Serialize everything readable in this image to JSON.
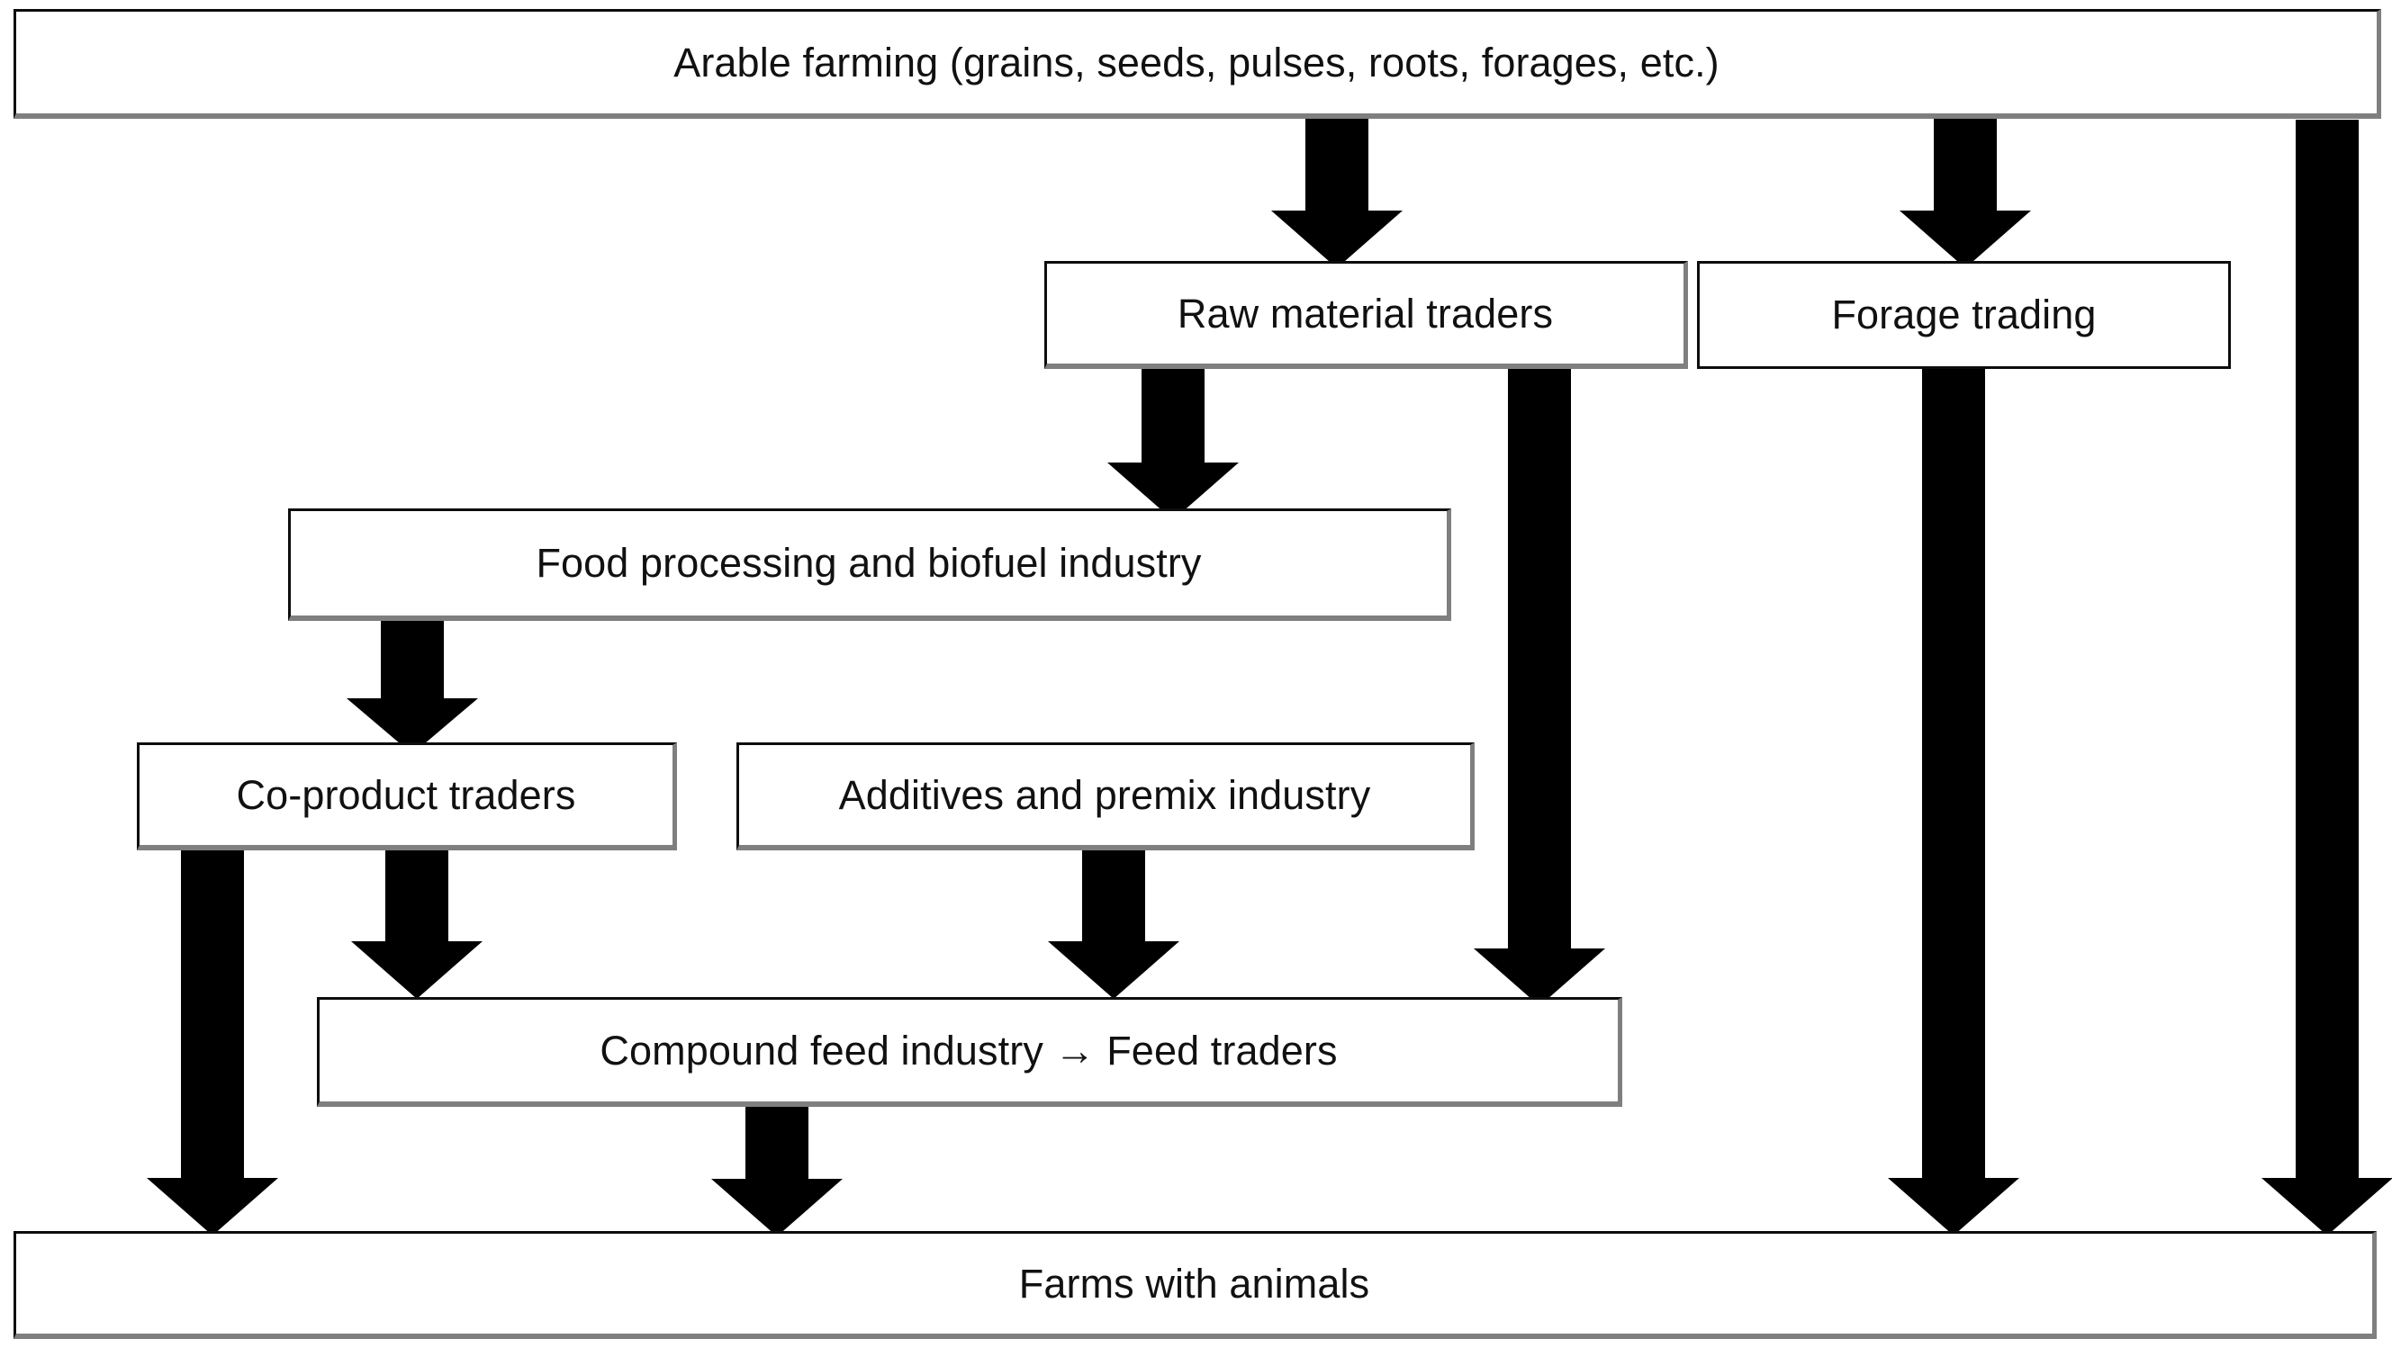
{
  "diagram": {
    "type": "flowchart",
    "orientation": "top-to-bottom",
    "title_text": "",
    "colors": {
      "node_fill": "#ffffff",
      "node_border_dark": "#0d0d0d",
      "node_border_shadow": "#7f7f7f",
      "arrow_fill": "#000000",
      "text": "#111111",
      "background": "#ffffff"
    },
    "nodes": [
      {
        "id": "arable-farming",
        "label": "Arable farming (grains, seeds, pulses, roots, forages, etc.)"
      },
      {
        "id": "raw-material-traders",
        "label": "Raw material traders"
      },
      {
        "id": "forage-trading",
        "label": "Forage trading"
      },
      {
        "id": "food-processing",
        "label": "Food processing and biofuel industry"
      },
      {
        "id": "co-product-traders",
        "label": "Co-product traders"
      },
      {
        "id": "additives-premix",
        "label": "Additives and premix industry"
      },
      {
        "id": "compound-feed",
        "label": "Compound feed industry → Feed traders"
      },
      {
        "id": "farms-with-animals",
        "label": "Farms with animals"
      }
    ],
    "edges": [
      {
        "id": "e1",
        "from": "arable-farming",
        "to": "raw-material-traders",
        "style": "block-arrow-down"
      },
      {
        "id": "e2",
        "from": "arable-farming",
        "to": "forage-trading",
        "style": "block-arrow-down"
      },
      {
        "id": "e3",
        "from": "arable-farming",
        "to": "farms-with-animals",
        "style": "block-arrow-down-long"
      },
      {
        "id": "e4",
        "from": "raw-material-traders",
        "to": "food-processing",
        "style": "block-arrow-down"
      },
      {
        "id": "e5",
        "from": "raw-material-traders",
        "to": "compound-feed",
        "style": "block-arrow-down-long"
      },
      {
        "id": "e6",
        "from": "forage-trading",
        "to": "farms-with-animals",
        "style": "block-arrow-down-long"
      },
      {
        "id": "e7",
        "from": "food-processing",
        "to": "co-product-traders",
        "style": "block-arrow-down"
      },
      {
        "id": "e8",
        "from": "co-product-traders",
        "to": "farms-with-animals",
        "style": "block-arrow-down-long"
      },
      {
        "id": "e9",
        "from": "co-product-traders",
        "to": "compound-feed",
        "style": "block-arrow-down"
      },
      {
        "id": "e10",
        "from": "additives-premix",
        "to": "compound-feed",
        "style": "block-arrow-down"
      },
      {
        "id": "e11",
        "from": "compound-feed",
        "to": "farms-with-animals",
        "style": "block-arrow-down"
      }
    ]
  }
}
